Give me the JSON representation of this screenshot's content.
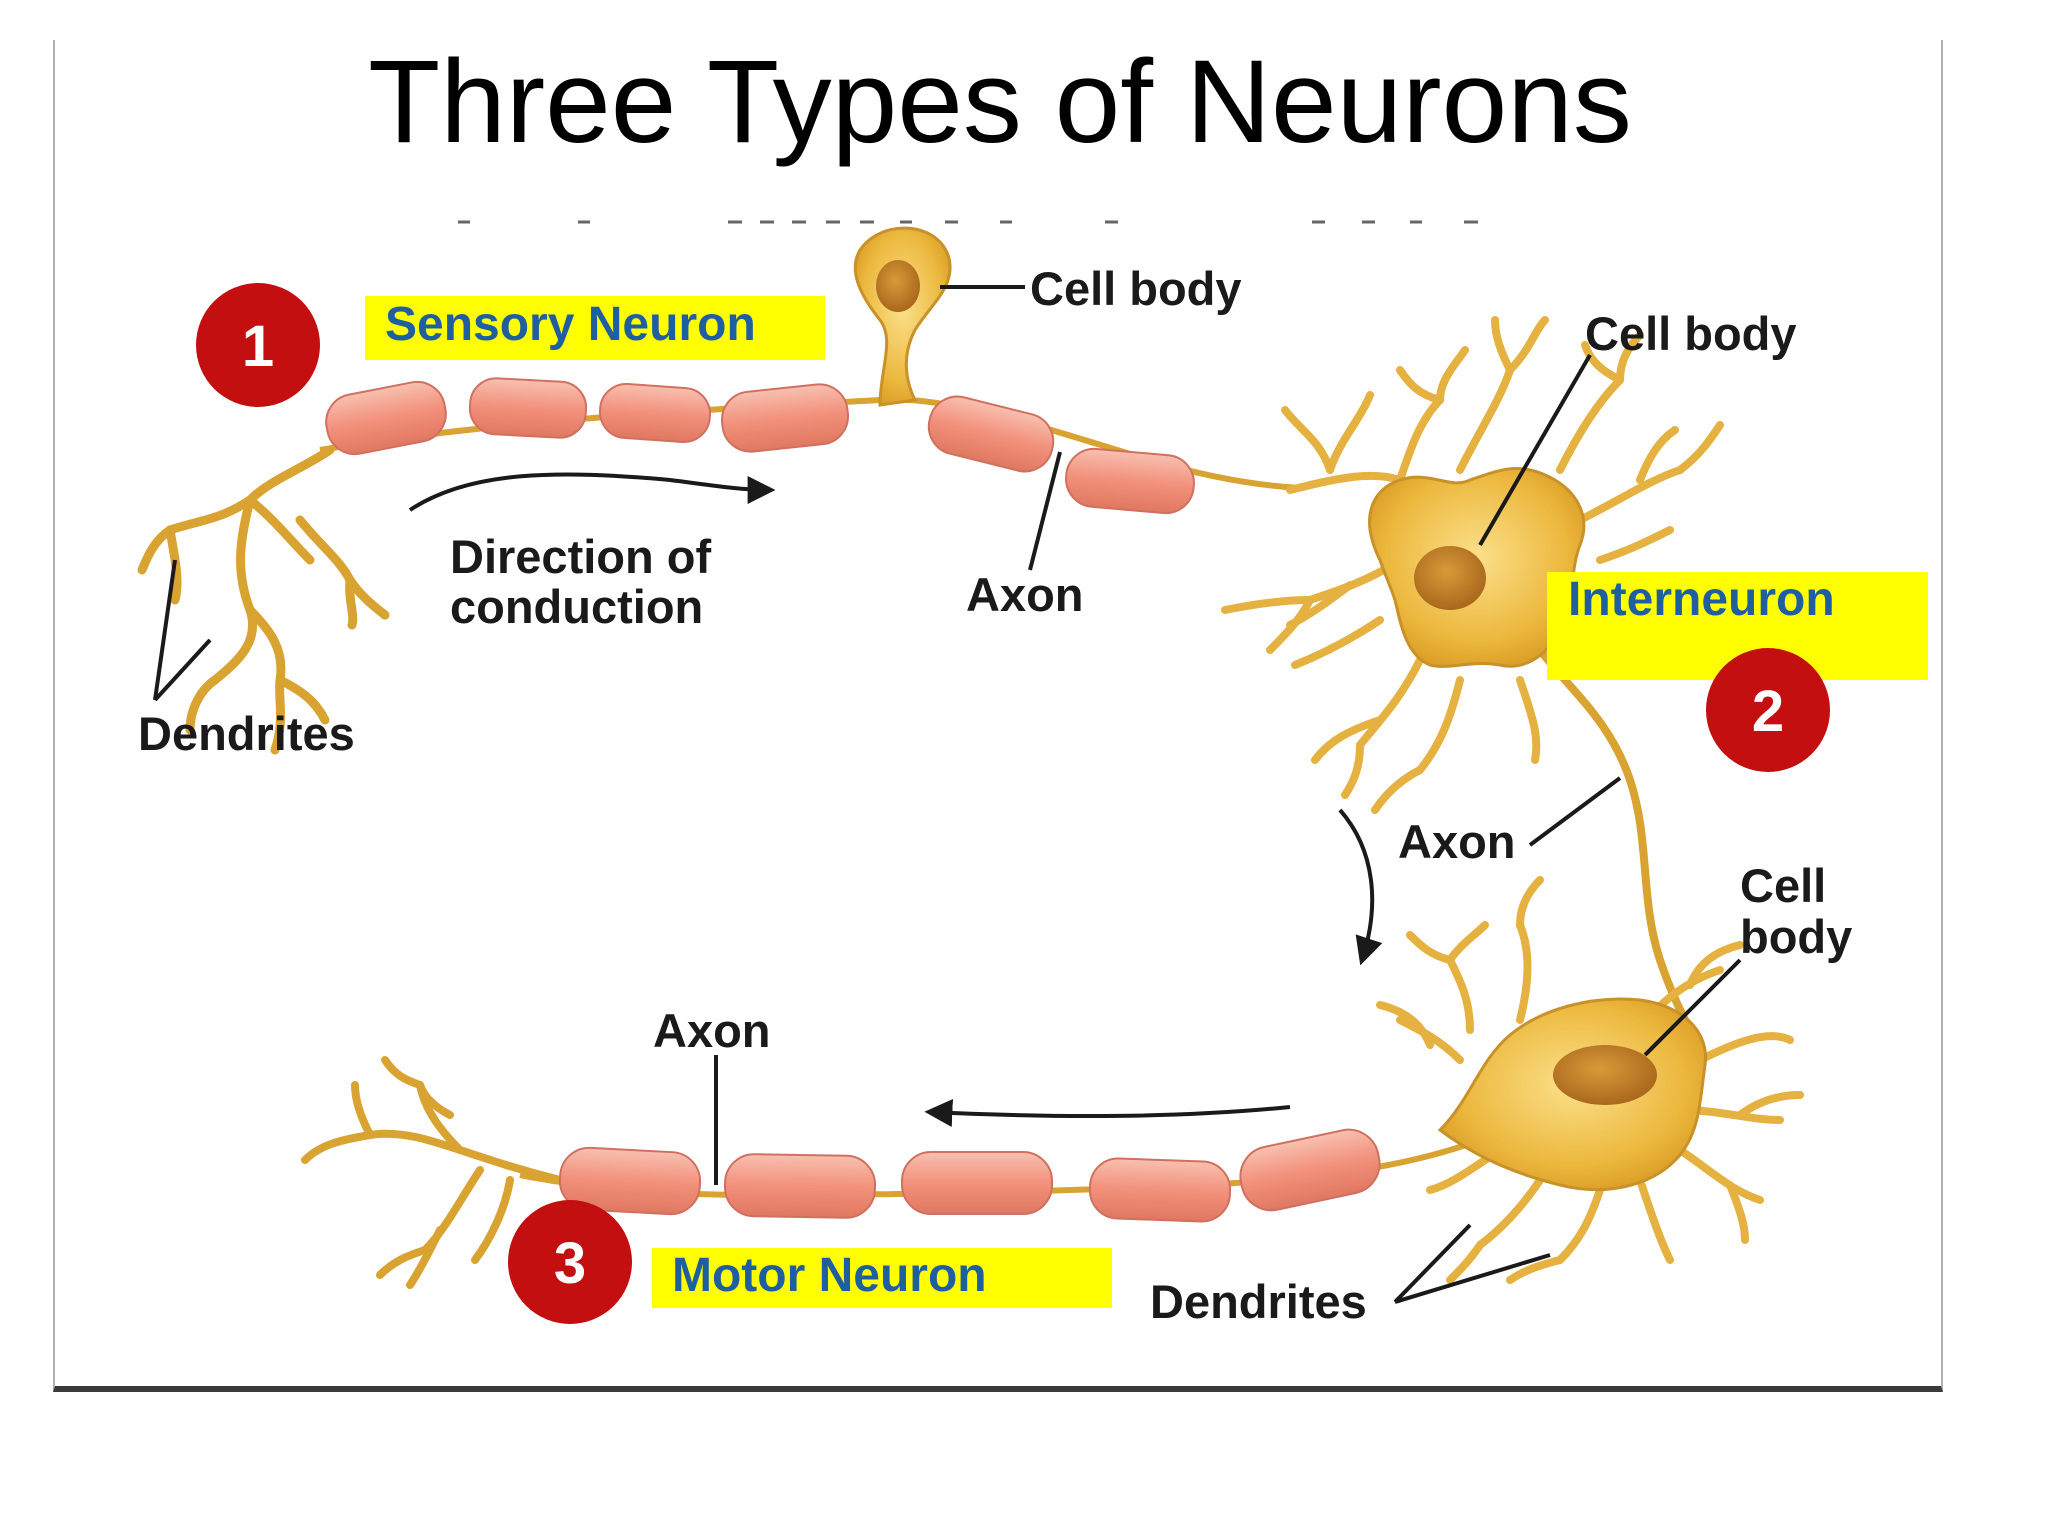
{
  "title": "Three Types of Neurons",
  "neurons": [
    {
      "number": "1",
      "name": "Sensory Neuron"
    },
    {
      "number": "2",
      "name": "Interneuron"
    },
    {
      "number": "3",
      "name": "Motor Neuron"
    }
  ],
  "labels": {
    "cell_body_sensory": "Cell body",
    "cell_body_inter": "Cell body",
    "cell_body_motor_line1": "Cell",
    "cell_body_motor_line2": "body",
    "dendrites_sensory": "Dendrites",
    "dendrites_motor": "Dendrites",
    "direction_line1": "Direction of",
    "direction_line2": "conduction",
    "axon_sensory": "Axon",
    "axon_inter": "Axon",
    "axon_motor": "Axon"
  },
  "colors": {
    "myelin": "#f3a08e",
    "cell": "#e9b43a",
    "highlight": "#ffff00",
    "badge": "#c30f10",
    "type_text": "#1f5fa0"
  }
}
